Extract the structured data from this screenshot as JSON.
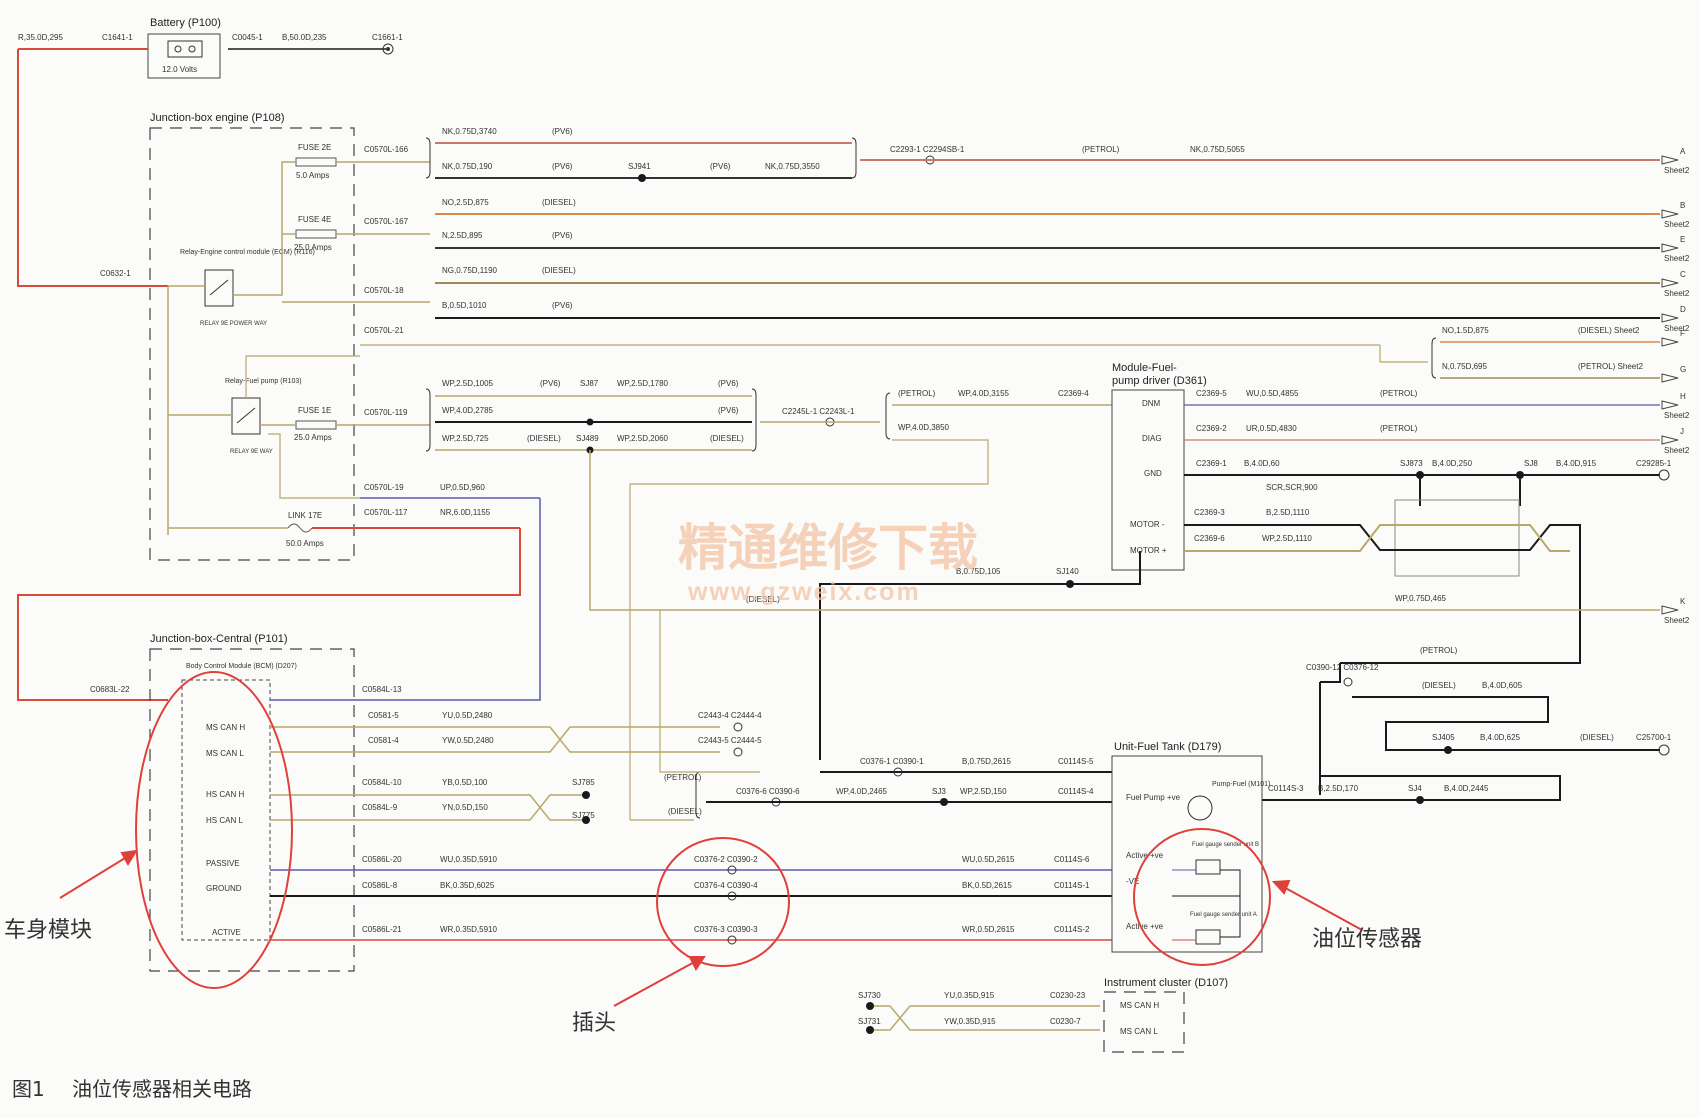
{
  "modules": {
    "battery": {
      "title": "Battery (P100)",
      "volts": "12.0 Volts",
      "c_left": "C1641-1",
      "c_right": "C0045-1",
      "wire_left": "R,35.0D,295",
      "wire_right": "B,50.0D,235",
      "ground": "C1661-1"
    },
    "jb_engine": {
      "title": "Junction-box engine (P108)",
      "c0632": "C0632-1",
      "relay_ecm": "Relay-Engine control module (ECM) (R116)",
      "relay_ecm_sub": "RELAY 9E POWER WAY",
      "relay_fp": "Relay-Fuel pump (R103)",
      "relay_fp_sub": "RELAY 9E WAY",
      "fuse2e": "FUSE 2E",
      "fuse2e_a": "5.0 Amps",
      "fuse4e": "FUSE 4E",
      "fuse4e_a": "25.0 Amps",
      "fuse1e": "FUSE 1E",
      "fuse1e_a": "25.0 Amps",
      "link17e": "LINK 17E",
      "link17e_a": "50.0 Amps"
    },
    "jb_central": {
      "title": "Junction-box-Central (P101)",
      "c0683": "C0683L-22",
      "bcm": "Body Control Module (BCM) (D207)",
      "pins": [
        "MS CAN H",
        "MS CAN L",
        "HS CAN H",
        "HS CAN L",
        "PASSIVE",
        "GROUND",
        "ACTIVE"
      ]
    },
    "fp_driver": {
      "title1": "Module-Fuel-",
      "title2": "pump driver (D361)",
      "pins": [
        "DNM",
        "DIAG",
        "GND",
        "MOTOR -",
        "MOTOR +"
      ]
    },
    "fuel_tank": {
      "title": "Unit-Fuel Tank (D179)",
      "pump": "Fuel Pump +ve",
      "pump_name": "Pump-Fuel (M101)",
      "pins": [
        "Active +ve",
        "-VE",
        "Active +ve"
      ],
      "sensor_b": "Fuel gauge sender unit B",
      "sensor_a": "Fuel gauge sender unit A"
    },
    "cluster": {
      "title": "Instrument cluster (D107)",
      "pins": [
        "MS CAN H",
        "MS CAN L"
      ]
    }
  },
  "engine_rows": [
    {
      "conn": "C0570L-166",
      "wire": "NK,0.75D,3740",
      "tag": "(PV6)"
    },
    {
      "conn": "",
      "wire": "NK,0.75D,190",
      "tag": "(PV6)",
      "splice": "SJ941",
      "tag2": "(PV6)",
      "wire2": "NK,0.75D,3550"
    },
    {
      "conn": "C0570L-167",
      "wire": "NO,2.5D,875",
      "tag": "(DIESEL)"
    },
    {
      "conn": "",
      "wire": "N,2.5D,895",
      "tag": "(PV6)"
    },
    {
      "conn": "C0570L-18",
      "wire": "NG,0.75D,1190",
      "tag": "(DIESEL)"
    },
    {
      "conn": "",
      "wire": "B,0.5D,1010",
      "tag": "(PV6)"
    },
    {
      "conn": "C0570L-21",
      "wire": "",
      "tag": ""
    },
    {
      "conn": "C0570L-119",
      "wire": "WP,2.5D,1005",
      "tag": "(PV6)",
      "splice": "SJ87",
      "wire2": "WP,2.5D,1780",
      "tag2": "(PV6)"
    },
    {
      "conn": "",
      "wire": "WP,4.0D,2785",
      "tag": "(PV6)"
    },
    {
      "conn": "",
      "wire": "WP,2.5D,725",
      "tag": "(DIESEL)",
      "splice": "SJ489",
      "wire2": "WP,2.5D,2060",
      "tag2": "(DIESEL)"
    },
    {
      "conn": "C0570L-19",
      "wire": "UP,0.5D,960",
      "tag": ""
    },
    {
      "conn": "C0570L-117",
      "wire": "NR,6.0D,1155",
      "tag": ""
    }
  ],
  "right_side": {
    "c2293": "C2293-1 C2294SB-1",
    "petrol": "(PETROL)",
    "nk": "NK,0.75D,5055",
    "no15": "NO,1.5D,875",
    "n075": "N,0.75D,695",
    "diesel_sheet": "(DIESEL) Sheet2",
    "petrol_sheet": "(PETROL) Sheet2",
    "c2245": "C2245L-1 C2243L-1",
    "wp_petrol": "WP,4.0D,3155",
    "wp_3850": "WP,4.0D,3850",
    "c2369_4": "C2369-4",
    "c2369_5": "C2369-5",
    "wu": "WU,0.5D,4855",
    "c2369_2": "C2369-2",
    "ur": "UR,0.5D,4830",
    "c2369_1": "C2369-1",
    "b_60": "B,4.0D,60",
    "sj873": "SJ873",
    "b_250": "B,4.0D,250",
    "sj8": "SJ8",
    "b_915": "B,4.0D,915",
    "c29285": "C29285-1",
    "scr": "SCR,SCR,900",
    "c2369_3": "C2369-3",
    "b_1110": "B,2.5D,1110",
    "c2369_6": "C2369-6",
    "wp_1110": "WP,2.5D,1110",
    "b_105": "B,0.75D,105",
    "sj140": "SJ140",
    "diesel": "(DIESEL)",
    "wp_465": "WP,0.75D,465",
    "c0390": "C0390-12 C0376-12",
    "b_605": "B,4.0D,605",
    "sj405": "SJ405",
    "b_625": "B,4.0D,625",
    "c25700": "C25700-1",
    "c01146_3": "C0114S-3",
    "b_170": "B,2.5D,170",
    "sj4": "SJ4",
    "b_2445": "B,4.0D,2445"
  },
  "sheets": [
    {
      "letter": "A",
      "sheet": "Sheet2"
    },
    {
      "letter": "B",
      "sheet": "Sheet2"
    },
    {
      "letter": "E",
      "sheet": "Sheet2"
    },
    {
      "letter": "C",
      "sheet": "Sheet2"
    },
    {
      "letter": "D",
      "sheet": "Sheet2"
    },
    {
      "letter": "F",
      "sheet": ""
    },
    {
      "letter": "G",
      "sheet": ""
    },
    {
      "letter": "H",
      "sheet": "Sheet2"
    },
    {
      "letter": "J",
      "sheet": "Sheet2"
    },
    {
      "letter": "K",
      "sheet": "Sheet2"
    }
  ],
  "central_rows": [
    {
      "conn": "C0584L-13",
      "wire": "",
      "mid": "",
      "right": ""
    },
    {
      "conn": "C0581-5",
      "wire": "YU,0.5D,2480",
      "mid": "",
      "right": "C2443-4 C2444-4"
    },
    {
      "conn": "C0581-4",
      "wire": "YW,0.5D,2480",
      "mid": "",
      "right": "C2443-5 C2444-5"
    },
    {
      "conn": "C0584L-10",
      "wire": "YB,0.5D,100",
      "mid": "",
      "right": "SJ785"
    },
    {
      "conn": "C0584L-9",
      "wire": "YN,0.5D,150",
      "mid": "",
      "right": "SJ775"
    },
    {
      "conn": "C0586L-20",
      "wire": "WU,0.35D,5910",
      "mid": "C0376-2 C0390-2",
      "right": "WU,0.5D,2615",
      "end": "C0114S-6"
    },
    {
      "conn": "C0586L-8",
      "wire": "BK,0.35D,6025",
      "mid": "C0376-4 C0390-4",
      "right": "BK,0.5D,2615",
      "end": "C0114S-1"
    },
    {
      "conn": "C0586L-21",
      "wire": "WR,0.35D,5910",
      "mid": "C0376-3 C0390-3",
      "right": "WR,0.5D,2615",
      "end": "C0114S-2"
    }
  ],
  "fuel_rows": {
    "c0376_1": "C0376-1 C0390-1",
    "b_2615": "B,0.75D,2615",
    "c01145_5": "C0114S-5",
    "c0376_6": "C0376-6 C0390-6",
    "wp_2465": "WP,4.0D,2465",
    "sj3": "SJ3",
    "wp_150": "WP,2.5D,150",
    "c01145_4": "C0114S-4",
    "petrol": "(PETROL)",
    "diesel": "(DIESEL)"
  },
  "cluster_rows": {
    "sj730": "SJ730",
    "sj731": "SJ731",
    "yu": "YU,0.35D,915",
    "yw": "YW,0.35D,915",
    "c0230_23": "C0230-23",
    "c0230_7": "C0230-7"
  },
  "annotations": {
    "body_module": "车身模块",
    "plug": "插头",
    "sensor": "油位传感器"
  },
  "watermark": {
    "cn": "精通维修下载",
    "url": "www.gzweix.com"
  },
  "caption": {
    "fig": "图1",
    "text": "油位传感器相关电路"
  },
  "colors": {
    "red": "#d94a3b",
    "black": "#1a1a1a",
    "blue": "#5b5aa8",
    "annotation": "#e0403a",
    "olive": "#b8a86a",
    "orange": "#d9894a"
  }
}
